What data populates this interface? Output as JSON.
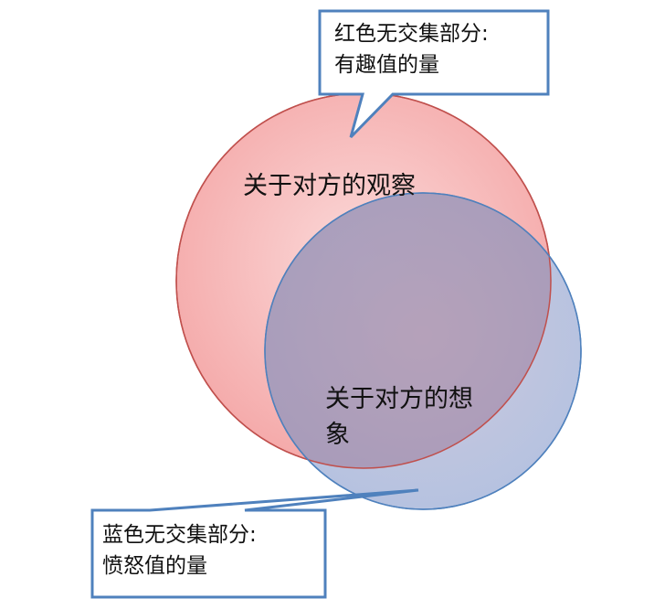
{
  "sets": {
    "red": {
      "label": "关于对方的观察",
      "fill": "#f5b8b8",
      "stroke": "#c0504d"
    },
    "blue": {
      "label_line1": "关于对方的想",
      "label_line2": "象",
      "fill": "#a8b8d8",
      "stroke": "#4f81bd"
    }
  },
  "callouts": {
    "top": {
      "line1": "红色无交集部分:",
      "line2": "有趣值的量"
    },
    "bottom": {
      "line1": "蓝色无交集部分:",
      "line2": "愤怒值的量"
    },
    "border_color": "#4f81bd"
  }
}
